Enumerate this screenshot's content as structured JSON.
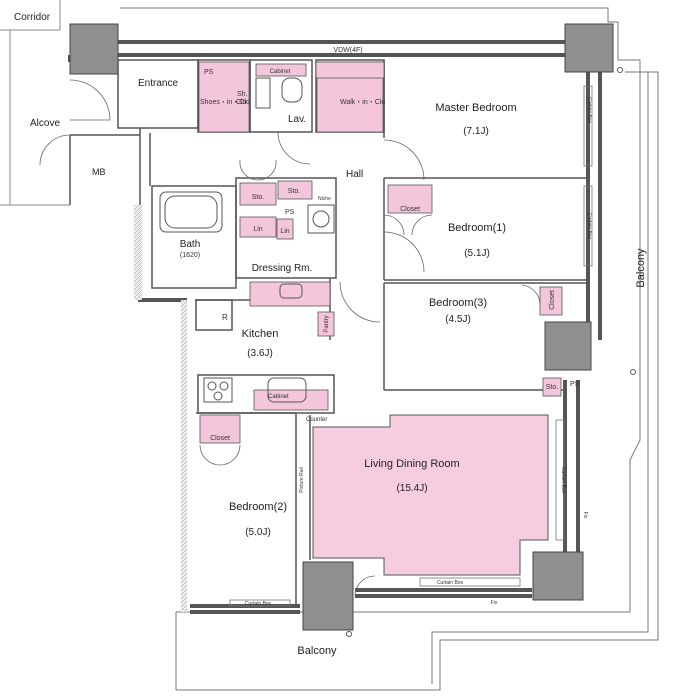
{
  "rooms": {
    "corridor": "Corridor",
    "alcove": "Alcove",
    "mb": "MB",
    "entrance": "Entrance",
    "ps_entrance": "PS",
    "shoes_in_closet": "Shoes・in・Clo",
    "sh": "Sh.",
    "clo": "Clo",
    "cabinet_lav": "Cabinet",
    "lav": "Lav.",
    "walk_in_closet": "Walk・in・Clo",
    "master_bedroom": "Master Bedroom",
    "master_bedroom_size": "(7.1J)",
    "hall": "Hall",
    "sto1": "Sto.",
    "sto2": "Sto.",
    "niche": "Niche",
    "ps_hall": "PS",
    "bath": "Bath",
    "bath_size": "(1620)",
    "lin1": "Lin",
    "lin2": "Lin",
    "dressing_room": "Dressing Rm.",
    "closet_bed1": "Closet",
    "bedroom1": "Bedroom(1)",
    "bedroom1_size": "(5.1J)",
    "bedroom3": "Bedroom(3)",
    "bedroom3_size": "(4.5J)",
    "closet_bed3": "Closet",
    "refrigerator": "R",
    "kitchen": "Kitchen",
    "kitchen_size": "(3.6J)",
    "pantry": "Pantry",
    "cabinet_kitchen": "Cabinet",
    "counter": "Counter",
    "closet_bed2": "Closet",
    "bedroom2": "Bedroom(2)",
    "bedroom2_size": "(5.0J)",
    "picture_rail": "Picture Rail",
    "living_dining": "Living Dining Room",
    "living_dining_size": "(15.4J)",
    "sto_ldr": "Sto.",
    "ps_ldr": "PS",
    "curtain_box_ldr_top": "Curtain Box",
    "curtain_box_ldr_right": "Curtain Box",
    "fix_ldr_right": "Fix",
    "fix_ldr_bottom": "Fix",
    "curtain_box_bed2": "Curtain Box",
    "curtain_box_master": "Curtain Box",
    "curtain_box_bed1": "Curtain Box",
    "vdw": "VDW(4F)",
    "balcony_right": "Balcony",
    "balcony_bottom": "Balcony"
  },
  "colors": {
    "storage_fill": "#f4c6dc",
    "living_fill": "#f6cde0",
    "pillar_fill": "#8f8f8f",
    "wall": "#555555"
  }
}
